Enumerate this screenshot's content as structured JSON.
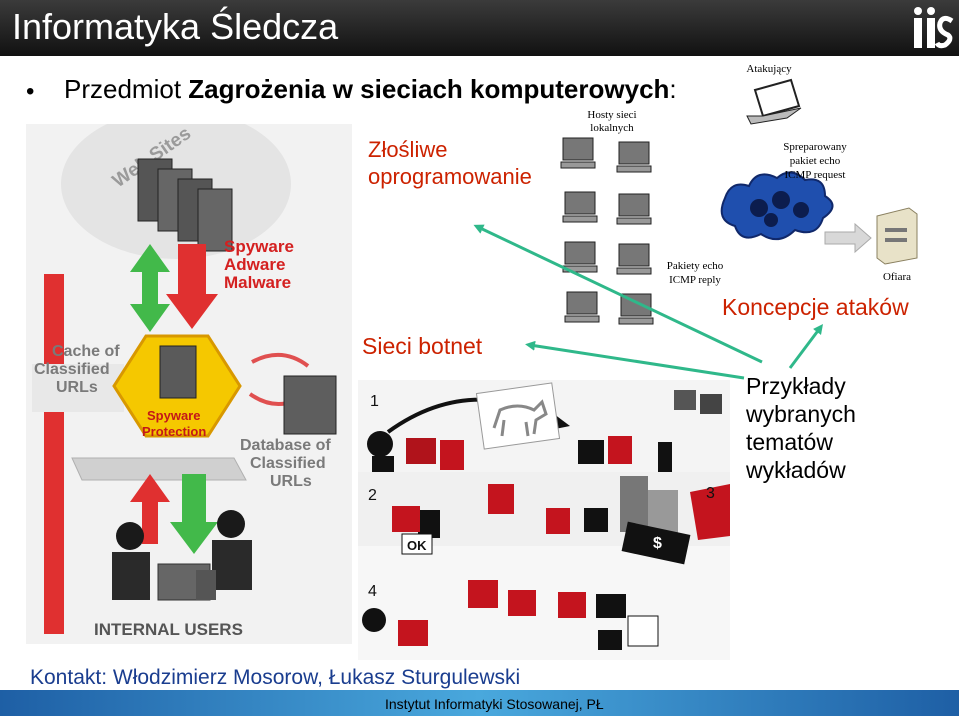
{
  "header": {
    "title": "Informatyka Śledcza",
    "logo_text": "iis"
  },
  "subject": {
    "prefix": "Przedmiot ",
    "bold": "Zagrożenia w sieciach komputerowych",
    "suffix": ":"
  },
  "labels": {
    "malware_line1": "Złośliwe",
    "malware_line2": "oprogramowanie",
    "botnet": "Sieci botnet",
    "concepts": "Koncepcje ataków",
    "examples": [
      "Przykłady",
      "wybranych",
      "tematów",
      "wykładów"
    ]
  },
  "left_diagram": {
    "web_sites": "Web Sites",
    "threats": [
      "Spyware",
      "Adware",
      "Malware"
    ],
    "cache": [
      "Cache of",
      "Classified",
      "URLs"
    ],
    "protection": [
      "Spyware",
      "Protection"
    ],
    "database": [
      "Database of",
      "Classified",
      "URLs"
    ],
    "internal_users": "INTERNAL USERS"
  },
  "icmp_diagram": {
    "attacker": "Atakujący",
    "local_hosts": [
      "Hosty sieci",
      "lokalnych"
    ],
    "crafted": [
      "Spreparowany",
      "pakiet echo",
      "ICMP request"
    ],
    "replies": [
      "Pakiety echo",
      "ICMP reply"
    ],
    "victim": "Ofiara"
  },
  "botnet_comic": {
    "steps": [
      "1",
      "2",
      "3",
      "4"
    ],
    "ok": "OK",
    "dollar": "$"
  },
  "footer": {
    "contact": "Kontakt: Włodzimierz Mosorow, Łukasz Sturgulewski",
    "institute": "Instytut Informatyki Stosowanej, PŁ"
  },
  "colors": {
    "accent_red": "#cc2200",
    "arrow_green": "#2fb88a",
    "footer_blue": "#1e5fa5"
  }
}
